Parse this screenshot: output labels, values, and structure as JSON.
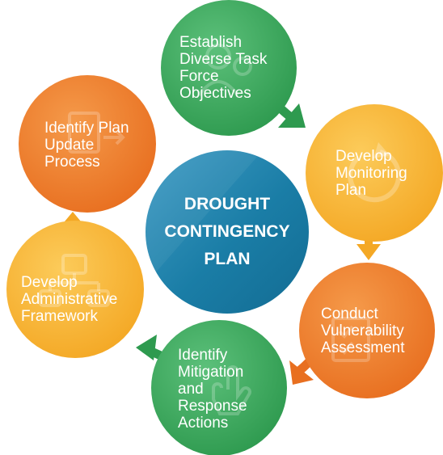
{
  "center": {
    "lines": [
      "DROUGHT",
      "CONTINGENCY",
      "PLAN"
    ]
  },
  "steps": [
    {
      "lines": [
        "Establish",
        "Diverse Task",
        "Force",
        "Objectives"
      ],
      "color": "#3DAA5E",
      "icon": "people-icon"
    },
    {
      "lines": [
        "Develop",
        "Monitoring",
        "Plan"
      ],
      "color": "#F8B736",
      "icon": "refresh-icon"
    },
    {
      "lines": [
        "Conduct",
        "Vulnerability",
        "Assessment"
      ],
      "color": "#EF7E2B",
      "icon": "checklist-icon"
    },
    {
      "lines": [
        "Identify",
        "Mitigation",
        "and",
        "Response",
        "Actions"
      ],
      "color": "#3DAA5E",
      "icon": "hand-pointer-icon"
    },
    {
      "lines": [
        "Develop",
        "Administrative",
        "Framework"
      ],
      "color": "#F8B736",
      "icon": "org-chart-icon"
    },
    {
      "lines": [
        "Identify Plan",
        "Update",
        "Process"
      ],
      "color": "#EF7E2B",
      "icon": "document-arrow-icon"
    }
  ],
  "colors": {
    "center": "#1B7FA8",
    "green": "#3DAA5E",
    "yellow": "#F8B736",
    "orange": "#EF7E2B"
  }
}
